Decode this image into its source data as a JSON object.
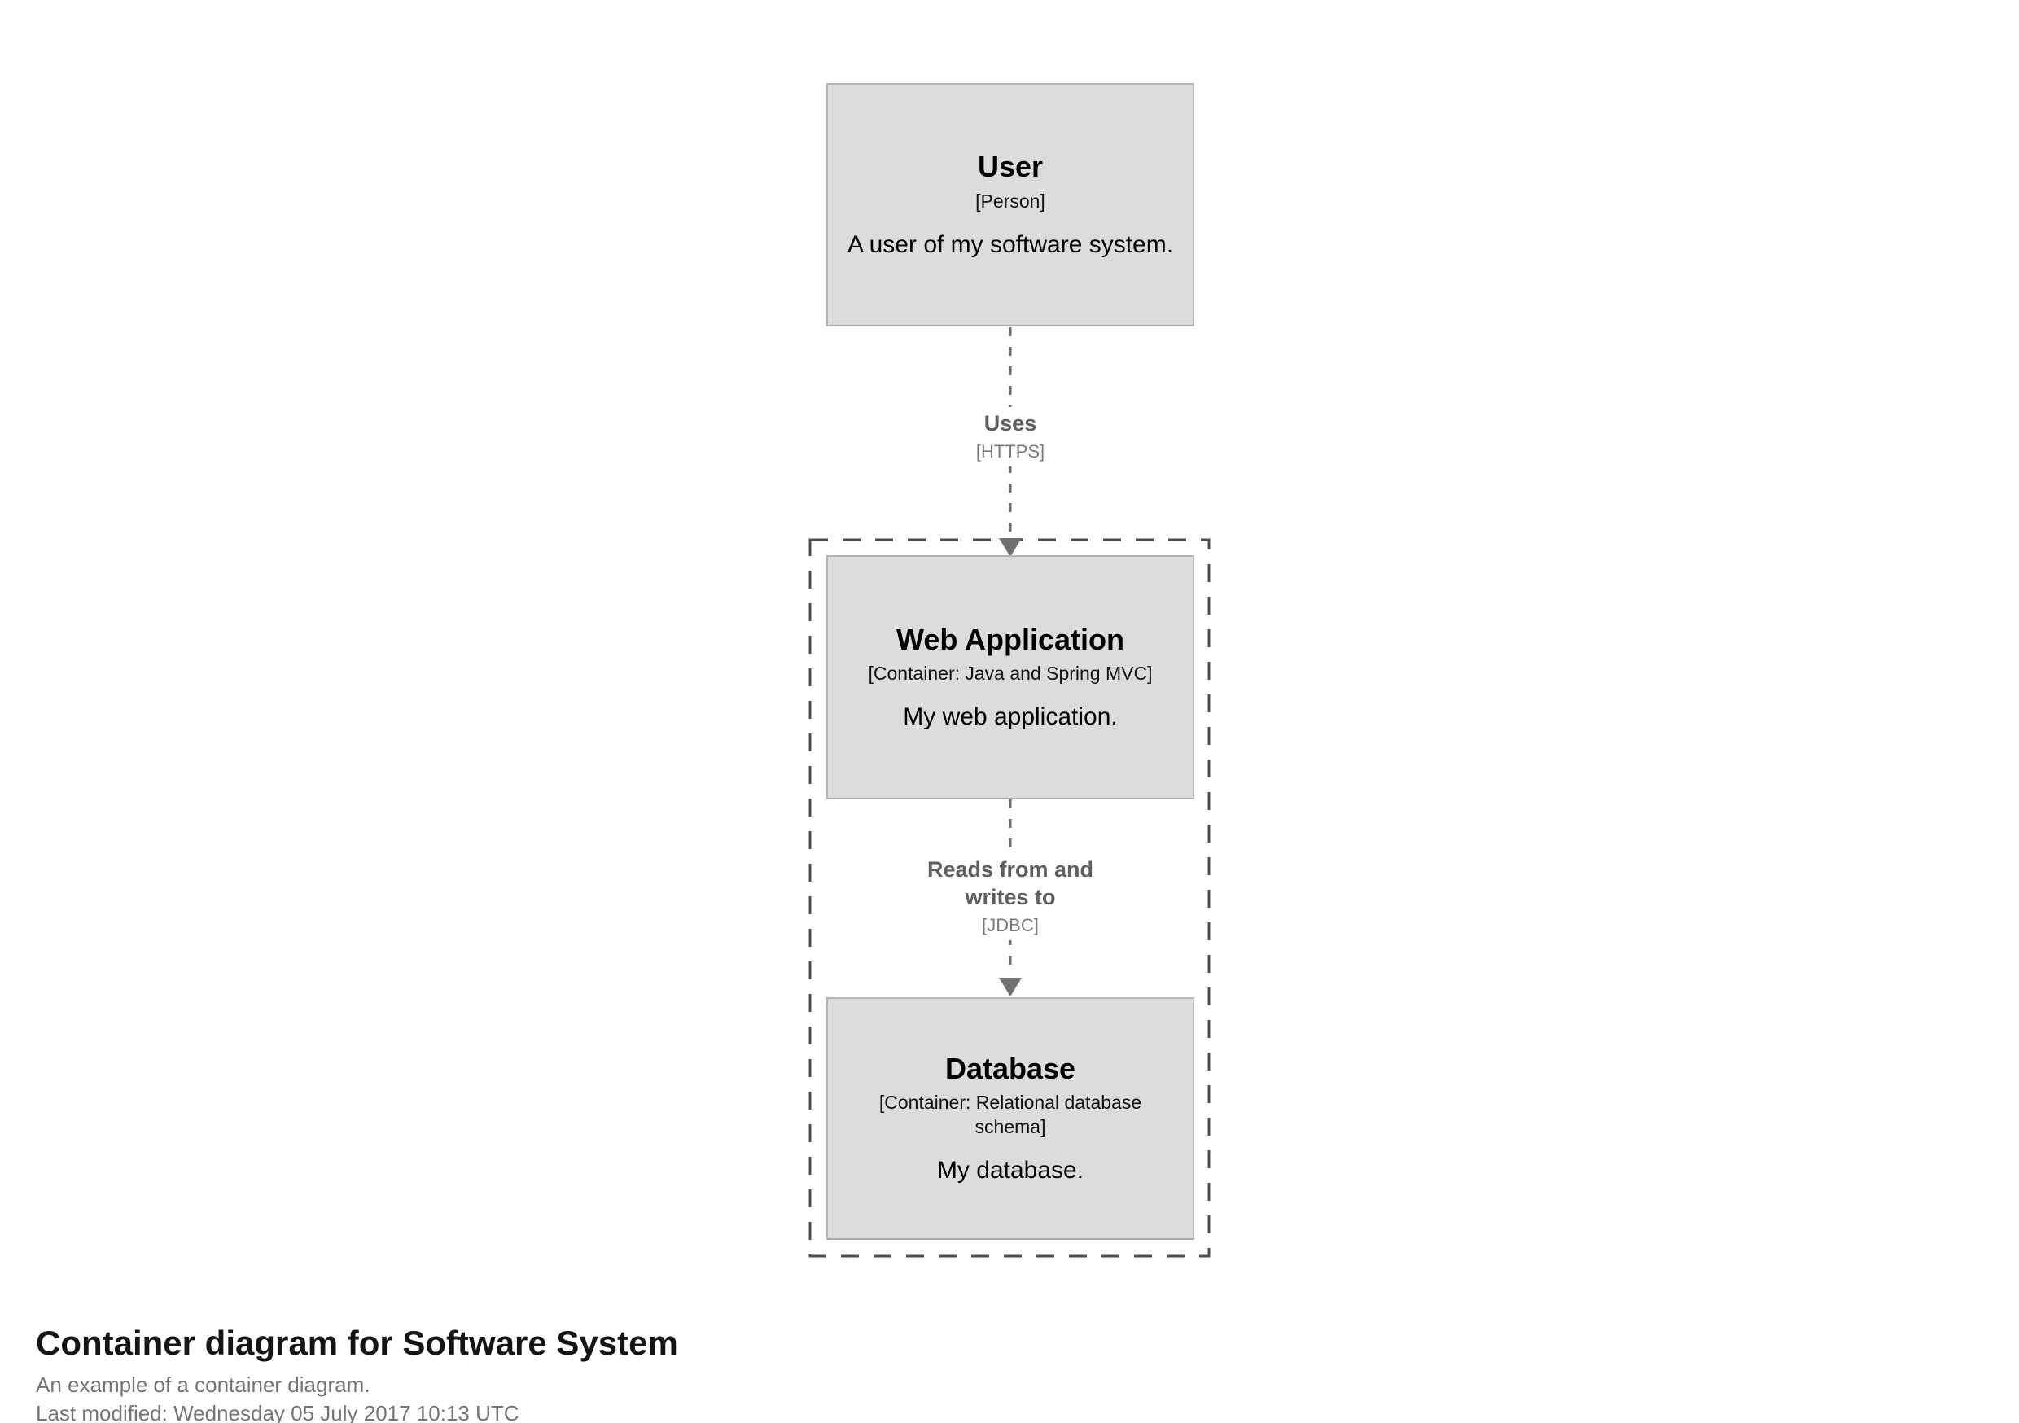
{
  "diagram": {
    "nodes": [
      {
        "id": "user",
        "name": "User",
        "meta": "[Person]",
        "description": "A user of my software system."
      },
      {
        "id": "web-application",
        "name": "Web Application",
        "meta": "[Container: Java and Spring MVC]",
        "description": "My web application."
      },
      {
        "id": "database",
        "name": "Database",
        "meta": "[Container: Relational database schema]",
        "description": "My database."
      }
    ],
    "relationships": [
      {
        "label": "Uses",
        "technology": "[HTTPS]"
      },
      {
        "label": "Reads from and writes to",
        "technology": "[JDBC]"
      }
    ]
  },
  "footer": {
    "title": "Container diagram for Software System",
    "subtitle": "An example of a container diagram.",
    "last_modified": "Last modified: Wednesday 05 July 2017 10:13 UTC"
  },
  "colors": {
    "background": "#ffffff",
    "node_fill": "#dcdcdc",
    "node_border": "#b5b5b5",
    "node_text": "#000000",
    "boundary_stroke": "#4d4d4d",
    "relationship_stroke": "#6e6e6e",
    "relationship_label": "#5f5f5f",
    "footer_title": "#141414",
    "footer_text": "#757575"
  }
}
